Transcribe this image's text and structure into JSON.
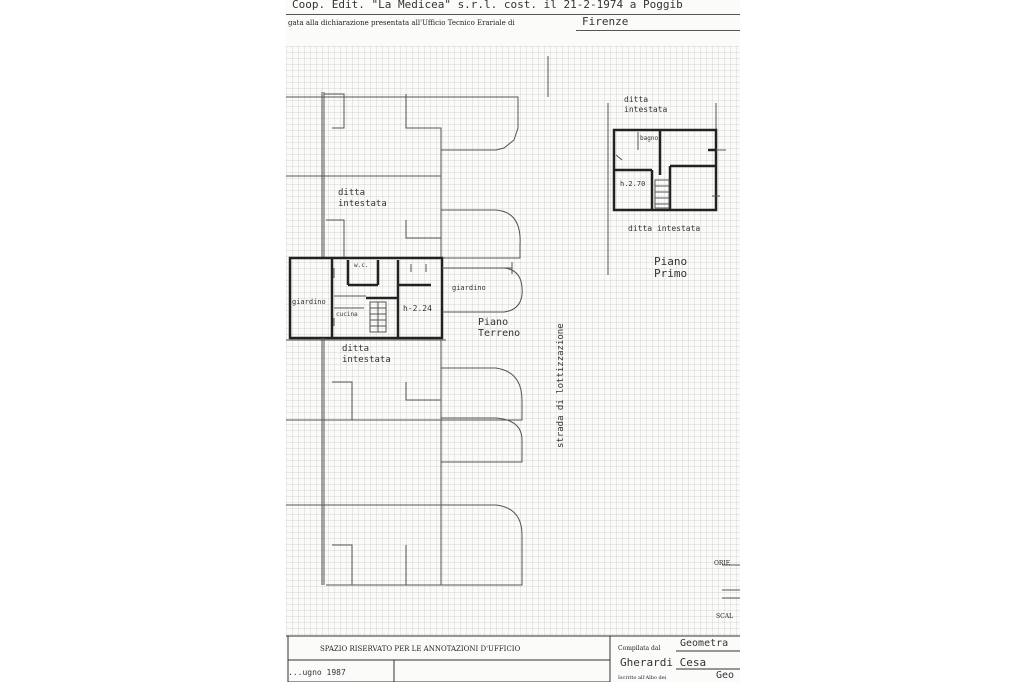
{
  "header": {
    "handwritten_line": "Coop. Edit. \"La Medicea\" s.r.l. cost. il 21-2-1974 a Poggib",
    "printed_line": "gata alla dichiarazione presentata all'Ufficio Tecnico Erariale di",
    "city": "Firenze"
  },
  "plan": {
    "ditta_1": "ditta\nintestata",
    "wc": "w.c.",
    "giardino_left": "giardino",
    "giardino_right": "giardino",
    "cucina": "cucina",
    "height_ground": "h-2.24",
    "ditta_2": "ditta\nintestata",
    "piano_terreno": "Piano\nTerreno",
    "strada": "strada di lottizzazione",
    "ditta_first_top": "ditta\nintestata",
    "bagno": "bagno",
    "height_first": "h.2.70",
    "ditta_first_bottom": "ditta intestata",
    "piano_primo": "Piano\nPrimo",
    "orientamento": "ORIE",
    "scala": "SCAL"
  },
  "footer": {
    "reserved_title": "SPAZIO RISERVATO PER LE ANNOTAZIONI D'UFFICIO",
    "compilata_label": "Compilata dal",
    "compiler_title": "Geometra",
    "compiler_name": "Gherardi Cesa",
    "iscritto_label": "Iscritto all'Albo dei",
    "iscritto_value": "Geo",
    "date_partial": "...ugno 1987"
  }
}
